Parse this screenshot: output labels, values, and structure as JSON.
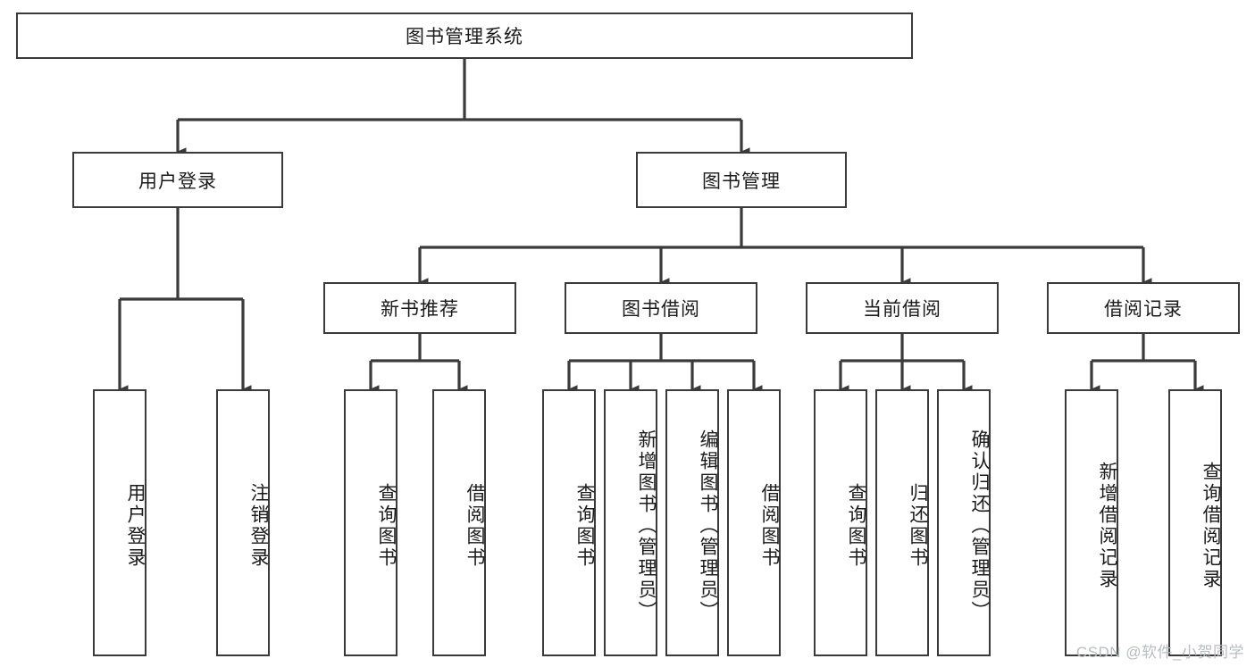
{
  "diagram": {
    "title": "图书管理系统",
    "type": "tree-hierarchy-chart",
    "root": {
      "id": "root",
      "label": "图书管理系统"
    },
    "level2": [
      {
        "id": "user-login",
        "label": "用户登录"
      },
      {
        "id": "book-manage",
        "label": "图书管理"
      }
    ],
    "level3": [
      {
        "id": "new-book-recommend",
        "label": "新书推荐",
        "parent": "book-manage"
      },
      {
        "id": "book-borrow",
        "label": "图书借阅",
        "parent": "book-manage"
      },
      {
        "id": "current-borrow",
        "label": "当前借阅",
        "parent": "book-manage"
      },
      {
        "id": "borrow-record",
        "label": "借阅记录",
        "parent": "book-manage"
      }
    ],
    "leaves": {
      "user_login": [
        {
          "id": "leaf-user-login",
          "label": "用户登录"
        },
        {
          "id": "leaf-user-logout",
          "label": "注销登录"
        }
      ],
      "new_book_recommend": [
        {
          "id": "leaf-query-book-1",
          "label": "查询图书"
        },
        {
          "id": "leaf-borrow-book-1",
          "label": "借阅图书"
        }
      ],
      "book_borrow": [
        {
          "id": "leaf-query-book-2",
          "label": "查询图书"
        },
        {
          "id": "leaf-add-book",
          "label": "新增图书（管理员）"
        },
        {
          "id": "leaf-edit-book",
          "label": "编辑图书（管理员）"
        },
        {
          "id": "leaf-borrow-book-2",
          "label": "借阅图书"
        }
      ],
      "current_borrow": [
        {
          "id": "leaf-query-book-3",
          "label": "查询图书"
        },
        {
          "id": "leaf-return-book",
          "label": "归还图书"
        },
        {
          "id": "leaf-confirm-return",
          "label": "确认归还（管理员）"
        }
      ],
      "borrow_record": [
        {
          "id": "leaf-add-record",
          "label": "新增借阅记录"
        },
        {
          "id": "leaf-query-record",
          "label": "查询借阅记录"
        }
      ]
    },
    "colors": {
      "stroke": "#3a3a3a",
      "fill": "#ffffff",
      "text": "#1b1b1b",
      "watermark": "#b9bcc0"
    }
  },
  "watermark": {
    "text": "CSDN @软件_小贺同学"
  }
}
